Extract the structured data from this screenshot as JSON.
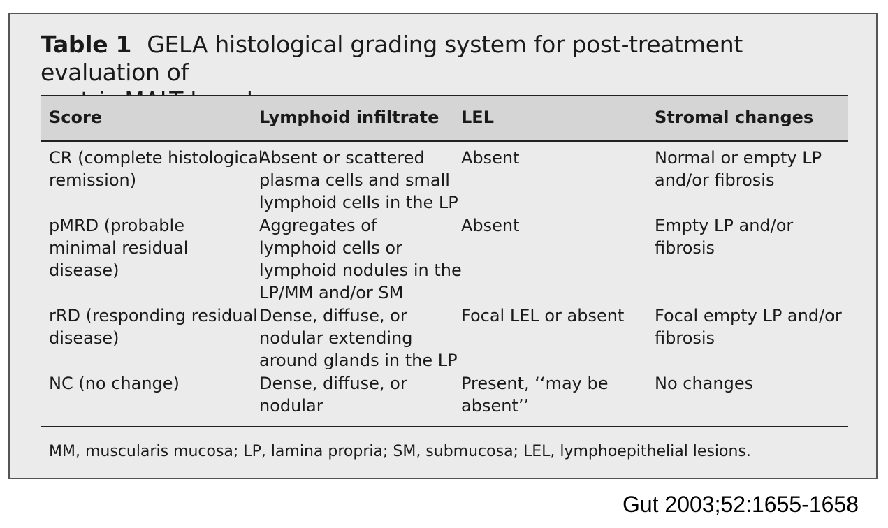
{
  "caption": {
    "label": "Table 1",
    "title_line1": "GELA histological grading system for post-treatment evaluation of",
    "title_line2": "gastric MALT lymphoma"
  },
  "columns": [
    "Score",
    "Lymphoid infiltrate",
    "LEL",
    "Stromal changes"
  ],
  "rows": [
    {
      "score": [
        "CR (complete histological",
        "remission)"
      ],
      "infiltrate": [
        "Absent or scattered",
        "plasma cells and small",
        "lymphoid cells in the LP"
      ],
      "lel": [
        "Absent"
      ],
      "stromal": [
        "Normal or empty LP",
        "and/or fibrosis"
      ]
    },
    {
      "score": [
        "pMRD (probable",
        "minimal residual",
        "disease)"
      ],
      "infiltrate": [
        "Aggregates of",
        "lymphoid cells or",
        "lymphoid nodules in the",
        "LP/MM and/or SM"
      ],
      "lel": [
        "Absent"
      ],
      "stromal": [
        "Empty LP and/or",
        "fibrosis"
      ]
    },
    {
      "score": [
        "rRD (responding residual",
        "disease)"
      ],
      "infiltrate": [
        "Dense, diffuse, or",
        "nodular extending",
        "around glands in the LP"
      ],
      "lel": [
        "Focal LEL or absent"
      ],
      "stromal": [
        "Focal empty LP and/or",
        "fibrosis"
      ]
    },
    {
      "score": [
        "NC (no change)"
      ],
      "infiltrate": [
        "Dense, diffuse, or",
        "nodular"
      ],
      "lel": [
        "Present, ‘‘may be",
        "absent’’"
      ],
      "stromal": [
        "No changes"
      ]
    }
  ],
  "footnote": "MM, muscularis mucosa; LP, lamina propria; SM, submucosa; LEL, lymphoepithelial lesions.",
  "citation": "Gut 2003;52:1655-1658"
}
